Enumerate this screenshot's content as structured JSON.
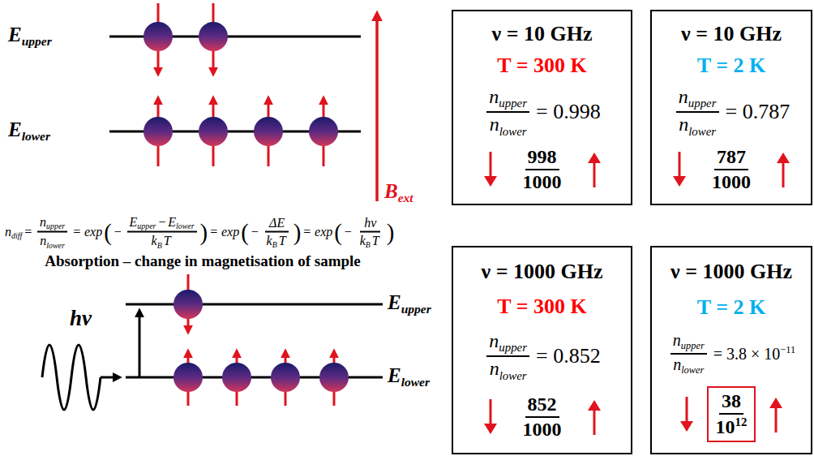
{
  "diagram": {
    "nodes": [
      {
        "text": [
          "ν = 10 GHz",
          "T = 300 K",
          "n",
          "upper",
          "n",
          "lower",
          "= 0.998",
          "998",
          "1000"
        ]
      },
      {
        "text": [
          "ν = 10 GHz",
          "T = 2 K",
          "n",
          "upper",
          "n",
          "lower",
          "= 0.787",
          "787",
          "1000"
        ]
      },
      {
        "text": [
          "ν = 1000 GHz",
          "T = 300 K",
          "n",
          "upper",
          "n",
          "lower",
          "= 0.852",
          "852",
          "1000"
        ]
      },
      {
        "text": [
          "ν = 1000 GHz",
          "T = 2 K",
          "n",
          "upper",
          "n",
          "lower",
          "= 3.8 × 10",
          "−11",
          "38",
          "10",
          "12"
        ]
      }
    ],
    "labels": [
      "E",
      "upper",
      "E",
      "lower",
      "B",
      "ext",
      "n",
      "diff",
      "=",
      "n",
      "upper",
      "n",
      "lower",
      "= exp",
      "(",
      "−",
      "E",
      "upper",
      "−",
      "E",
      "lower",
      "k",
      "B",
      "T",
      ")",
      "= exp",
      "(",
      "−",
      "ΔE",
      "k",
      "B",
      "T",
      ")",
      "= exp",
      "(",
      "−",
      "hν",
      "k",
      "B",
      "T",
      ")",
      "Absorption – change in magnetisation of sample",
      "hν",
      "E",
      "upper",
      "E",
      "lower"
    ]
  }
}
